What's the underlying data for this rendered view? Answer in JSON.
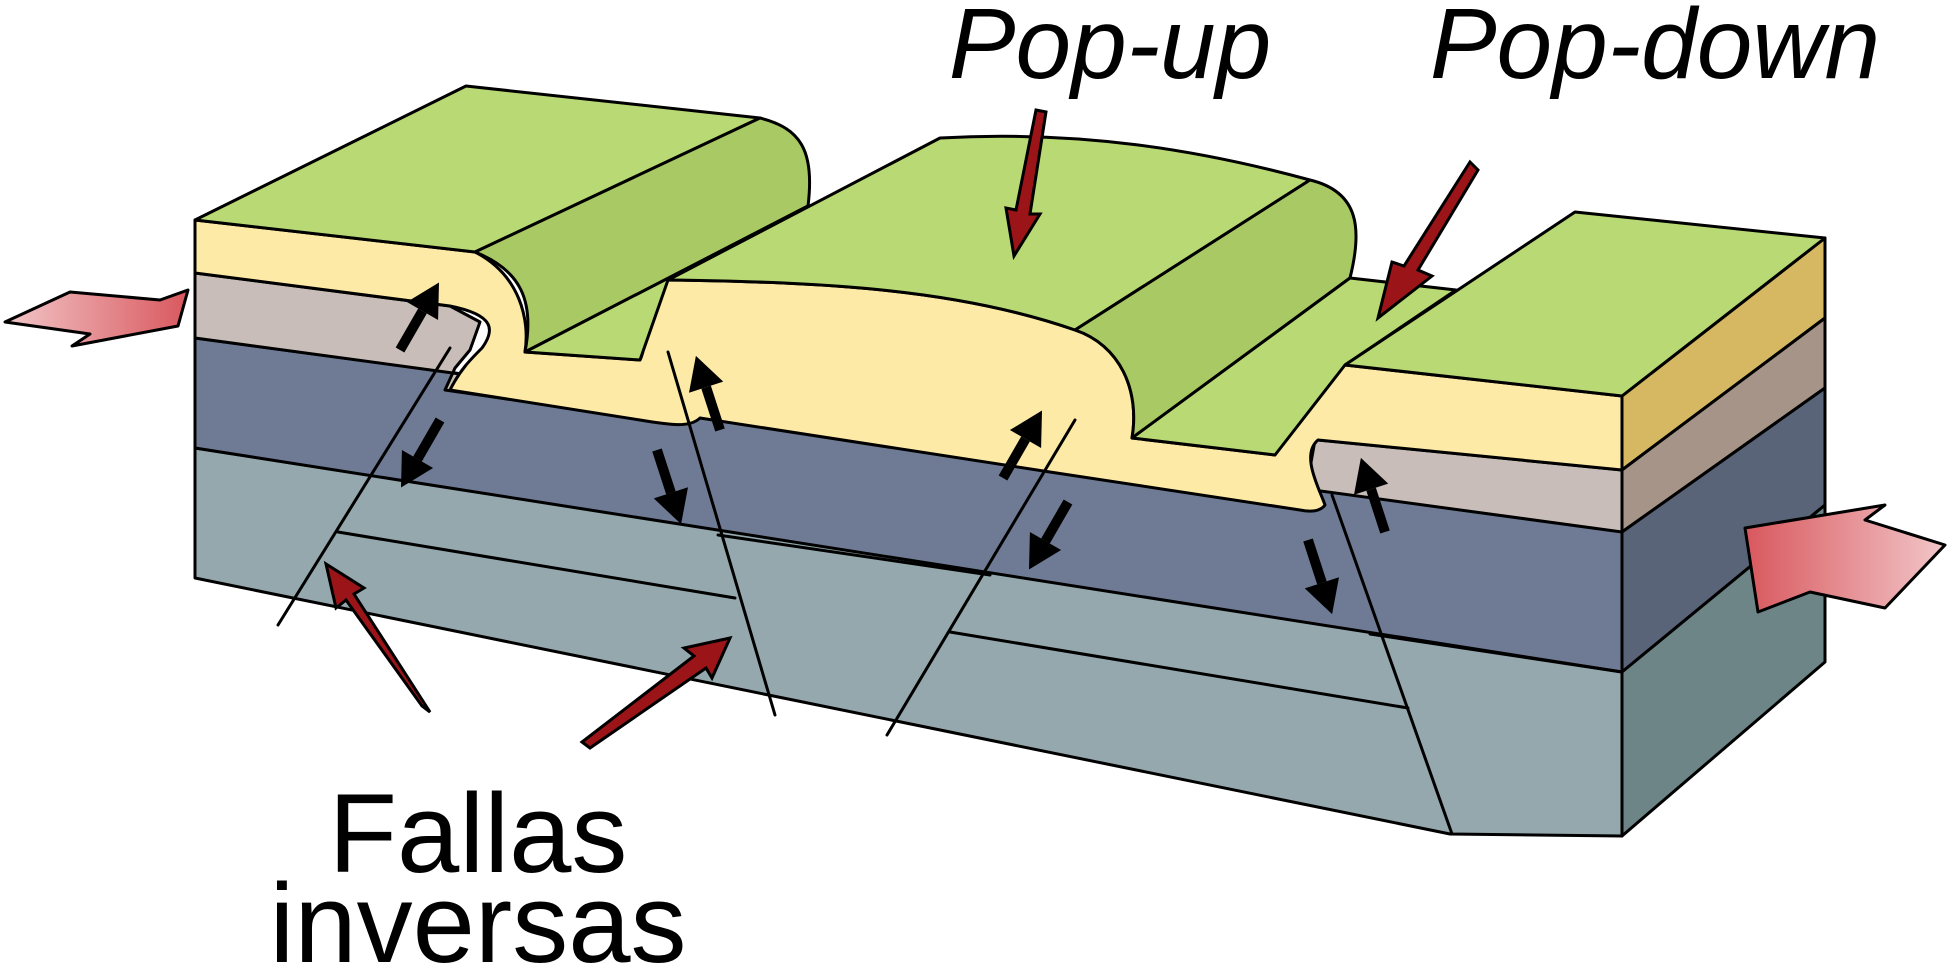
{
  "labels": {
    "popup": "Pop-up",
    "popdown": "Pop-down",
    "faults_line1": "Fallas",
    "faults_line2": "inversas"
  },
  "colors": {
    "surface_green": "#b8d974",
    "fault_scarp_green": "#a8c964",
    "layer_yellow": "#fdeaa6",
    "layer_yellow_side": "#d6b862",
    "layer_taupe": "#c8bdb8",
    "layer_taupe_side": "#a69488",
    "layer_slate": "#6f7b94",
    "layer_slate_side": "#5a6478",
    "layer_gray": "#95a8ad",
    "layer_gray_side": "#6d8587",
    "arrow_dark_red": "#9a1418",
    "compression_red": "#d8585e",
    "compression_pink": "#f2c6c8",
    "motion_arrow": "#000000"
  }
}
